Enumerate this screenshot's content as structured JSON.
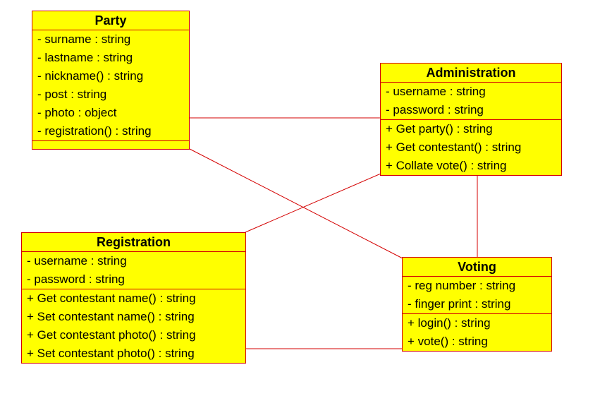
{
  "diagram": {
    "line_color": "#d40000",
    "box_fill": "#ffff00",
    "classes": {
      "party": {
        "name": "Party",
        "attributes": [
          "- surname : string",
          "- lastname : string",
          "- nickname() : string",
          "- post : string",
          "- photo : object",
          "- registration() : string"
        ],
        "operations": []
      },
      "administration": {
        "name": "Administration",
        "attributes": [
          "- username : string",
          "- password : string"
        ],
        "operations": [
          "+ Get party() : string",
          "+ Get contestant() : string",
          "+ Collate vote() : string"
        ]
      },
      "registration": {
        "name": "Registration",
        "attributes": [
          "- username : string",
          "- password : string"
        ],
        "operations": [
          "+ Get contestant name() : string",
          "+ Set contestant name() : string",
          "+ Get contestant photo() : string",
          "+ Set contestant photo() : string"
        ]
      },
      "voting": {
        "name": "Voting",
        "attributes": [
          "- reg number : string",
          "- finger print : string"
        ],
        "operations": [
          "+ login() : string",
          "+ vote() : string"
        ]
      }
    }
  }
}
